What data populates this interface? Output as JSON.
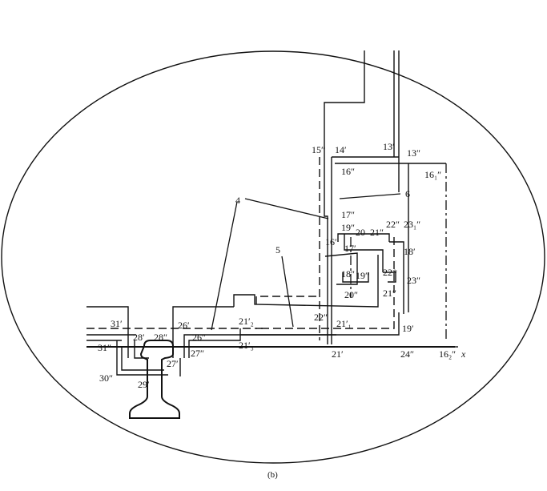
{
  "diagram": {
    "caption": "(b)",
    "axis_label": "x",
    "labels": {
      "l13p": "13′",
      "l13pp": "13″",
      "l14p": "14′",
      "l15pp": "15″",
      "l16pp": "16″",
      "l161pp": "16₁″",
      "l6": "6",
      "l4": "4",
      "l17pp": "17″",
      "l19pp": "19″",
      "l20": "20",
      "l21pp": "21″",
      "l22pp": "22″",
      "l231pp": "23₁″",
      "l16p": "16′",
      "l17p": "17′",
      "l18p": "18′",
      "l5": "5",
      "l18pp": "18″",
      "l19pp2": "19″",
      "l22star": "22*",
      "l23pp": "23″",
      "l20pp": "20″",
      "l21pp2": "21″",
      "l22pp2": "22″",
      "l212p": "21′₂",
      "l211p": "21′₁",
      "l19p": "19′",
      "l31p": "31′",
      "l26p": "26′",
      "l28p": "28′",
      "l28pp": "28″",
      "l26pp": "26″",
      "l31pp": "31″",
      "l27p": "27′",
      "l27pp": "27″",
      "l213p": "21′₃",
      "l21p": "21′",
      "l24pp": "24″",
      "l162pp": "16₂″",
      "l30pp": "30″",
      "l29p": "29′"
    }
  }
}
